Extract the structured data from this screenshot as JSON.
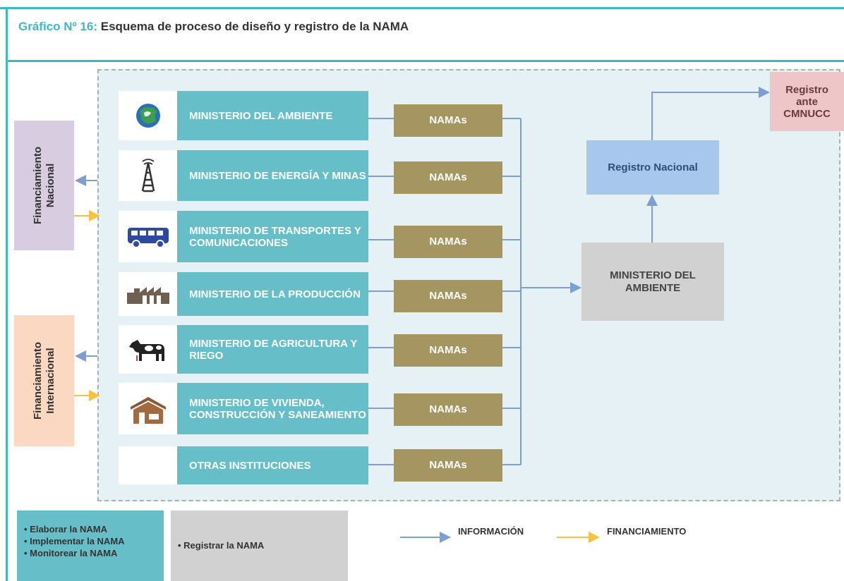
{
  "title": {
    "prefix": "Gráfico Nº 16:",
    "text": "Esquema de proceso de diseño y registro de la NAMA"
  },
  "financing": {
    "national": "Financiamiento Nacional",
    "international": "Financiamiento Internacional"
  },
  "ministries": [
    {
      "name": "MINISTERIO DEL AMBIENTE",
      "namas": "NAMAs",
      "icon": "globe-icon"
    },
    {
      "name": "MINISTERIO DE ENERGÍA Y MINAS",
      "namas": "NAMAs",
      "icon": "tower-icon"
    },
    {
      "name": "MINISTERIO DE TRANSPORTES Y COMUNICACIONES",
      "namas": "NAMAs",
      "icon": "bus-icon"
    },
    {
      "name": "MINISTERIO DE LA PRODUCCIÓN",
      "namas": "NAMAs",
      "icon": "factory-icon"
    },
    {
      "name": "MINISTERIO DE AGRICULTURA Y RIEGO",
      "namas": "NAMAs",
      "icon": "cow-icon"
    },
    {
      "name": "MINISTERIO DE VIVIENDA, CONSTRUCCIÓN Y SANEAMIENTO",
      "namas": "NAMAs",
      "icon": "house-icon"
    },
    {
      "name": "OTRAS INSTITUCIONES",
      "namas": "NAMAs",
      "icon": ""
    }
  ],
  "ministerio_ambiente": "MINISTERIO DEL AMBIENTE",
  "registro_nacional": "Registro Nacional",
  "registro_cmnucc": "Registro ante CMNUCC",
  "legend": {
    "teal_items": [
      "Elaborar la NAMA",
      "Implementar la NAMA",
      "Monitorear la NAMA"
    ],
    "grey_items": [
      "Registrar la NAMA"
    ],
    "informacion": "INFORMACIÓN",
    "financiamiento": "FINANCIAMIENTO"
  },
  "colors": {
    "frame": "#3fb8c1",
    "ministry": "#66bfc8",
    "namas": "#a59561",
    "info_arrow": "#7a9fd0",
    "fin_arrow": "#f5c242"
  }
}
